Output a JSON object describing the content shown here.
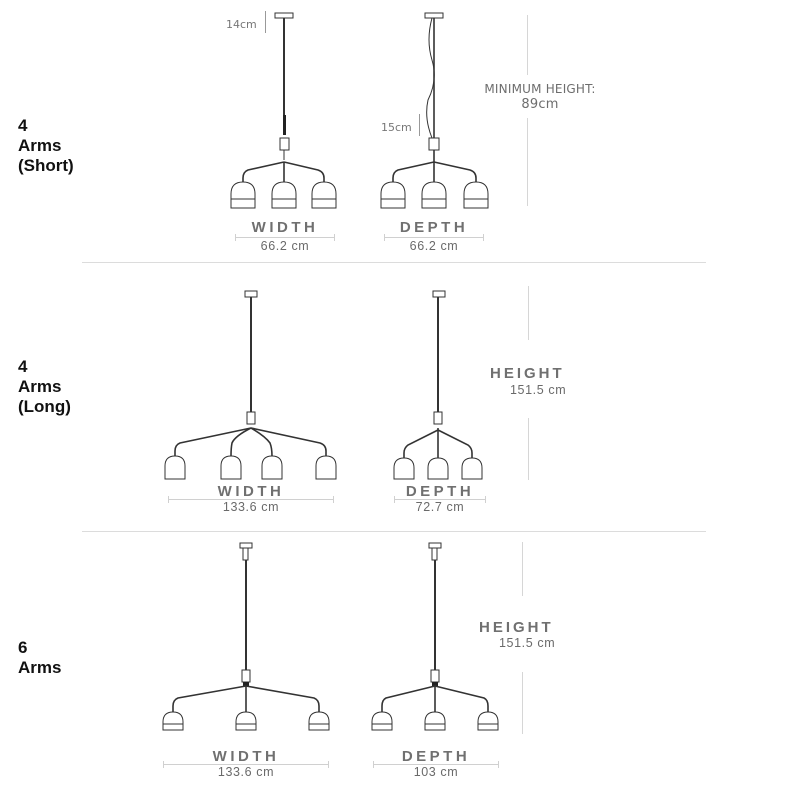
{
  "rows": [
    {
      "label": [
        "4",
        "Arms",
        "(Short)"
      ],
      "width": {
        "title": "WIDTH",
        "value": "66.2 cm"
      },
      "depth": {
        "title": "DEPTH",
        "value": "66.2 cm"
      },
      "notes": {
        "canopy_drop": "14cm",
        "body_drop": "15cm"
      },
      "height": {
        "title": "MINIMUM HEIGHT:",
        "value": "89cm"
      }
    },
    {
      "label": [
        "4",
        "Arms",
        "(Long)"
      ],
      "width": {
        "title": "WIDTH",
        "value": "133.6 cm"
      },
      "depth": {
        "title": "DEPTH",
        "value": "72.7 cm"
      },
      "height": {
        "title": "HEIGHT",
        "value": "151.5 cm"
      }
    },
    {
      "label": [
        "6",
        "Arms"
      ],
      "width": {
        "title": "WIDTH",
        "value": "133.6 cm"
      },
      "depth": {
        "title": "DEPTH",
        "value": "103 cm"
      },
      "height": {
        "title": "HEIGHT",
        "value": "151.5 cm"
      }
    }
  ],
  "colors": {
    "label": "#111111",
    "dimension_text": "#707070",
    "guide_line": "#d6d6d6",
    "divider": "#dcdcdc",
    "drawing": "#333333"
  }
}
